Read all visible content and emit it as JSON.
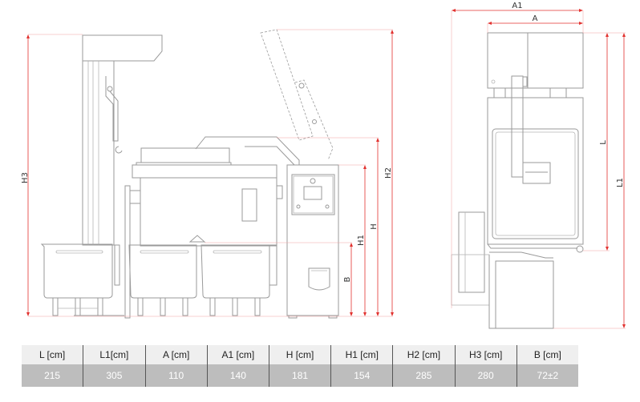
{
  "drawing": {
    "side_view_labels": {
      "H3": "H3",
      "H2": "H2",
      "H": "H",
      "H1": "H1",
      "B": "B"
    },
    "top_view_labels": {
      "A1": "A1",
      "A": "A",
      "L": "L",
      "L1": "L1"
    },
    "colors": {
      "dimension": "#e2322f",
      "outline": "#9a9a9a"
    }
  },
  "table": {
    "headers": [
      "L [cm]",
      "L1[cm]",
      "A [cm]",
      "A1 [cm]",
      "H [cm]",
      "H1 [cm]",
      "H2 [cm]",
      "H3 [cm]",
      "B [cm]"
    ],
    "values": [
      "215",
      "305",
      "110",
      "140",
      "181",
      "154",
      "285",
      "280",
      "72±2"
    ]
  }
}
